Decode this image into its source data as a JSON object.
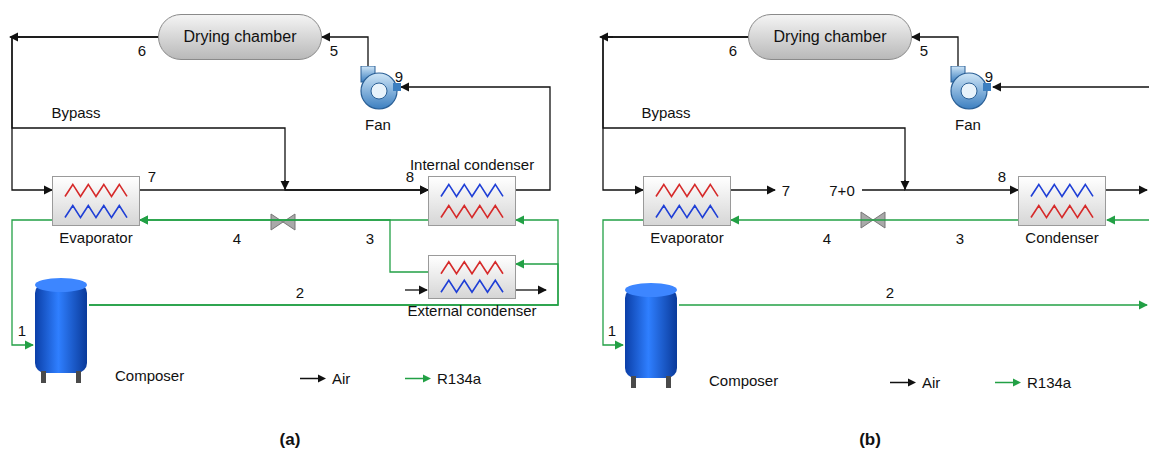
{
  "diagram": {
    "nodes": [
      {
        "text": [
          "Drying chamber"
        ]
      },
      {
        "text": [
          "Fan"
        ]
      },
      {
        "text": [
          "Evaporator"
        ]
      },
      {
        "text": [
          "Internal condenser"
        ]
      },
      {
        "text": [
          "External condenser"
        ]
      },
      {
        "text": [
          "Composer"
        ]
      },
      {
        "text": [
          "Drying chamber"
        ]
      },
      {
        "text": [
          "Fan"
        ]
      },
      {
        "text": [
          "Evaporator"
        ]
      },
      {
        "text": [
          "Condenser"
        ]
      },
      {
        "text": [
          "Composer"
        ]
      }
    ],
    "edges": [
      {
        "from": 1,
        "to": 0,
        "arrow": "to"
      },
      {
        "from": 0,
        "to": 2,
        "arrow": "to"
      },
      {
        "from": 0,
        "to": 3,
        "arrow": "to"
      },
      {
        "from": 2,
        "to": 3,
        "arrow": "to"
      },
      {
        "from": 3,
        "to": 1,
        "arrow": "to"
      },
      {
        "from": 5,
        "to": 3,
        "arrow": "to"
      },
      {
        "from": 5,
        "to": 4,
        "arrow": "to"
      },
      {
        "from": 3,
        "to": 2,
        "arrow": "to"
      },
      {
        "from": 4,
        "to": 2,
        "arrow": "to"
      },
      {
        "from": 2,
        "to": 5,
        "arrow": "to"
      },
      {
        "from": 7,
        "to": 6,
        "arrow": "to"
      },
      {
        "from": 6,
        "to": 8,
        "arrow": "to"
      },
      {
        "from": 6,
        "to": 9,
        "arrow": "to"
      },
      {
        "from": 9,
        "to": 8,
        "arrow": "to"
      },
      {
        "from": 8,
        "to": 10,
        "arrow": "to"
      }
    ],
    "labels": [
      "6",
      "5",
      "9",
      "Bypass",
      "7",
      "8",
      "4",
      "3",
      "2",
      "1",
      "(a)",
      "6",
      "5",
      "9",
      "Bypass",
      "7",
      "7+0",
      "8",
      "4",
      "3",
      "2",
      "1",
      "(b)"
    ],
    "legend": [
      {
        "text": "Air"
      },
      {
        "text": "R134a"
      },
      {
        "text": "Air"
      },
      {
        "text": "R134a"
      }
    ]
  }
}
